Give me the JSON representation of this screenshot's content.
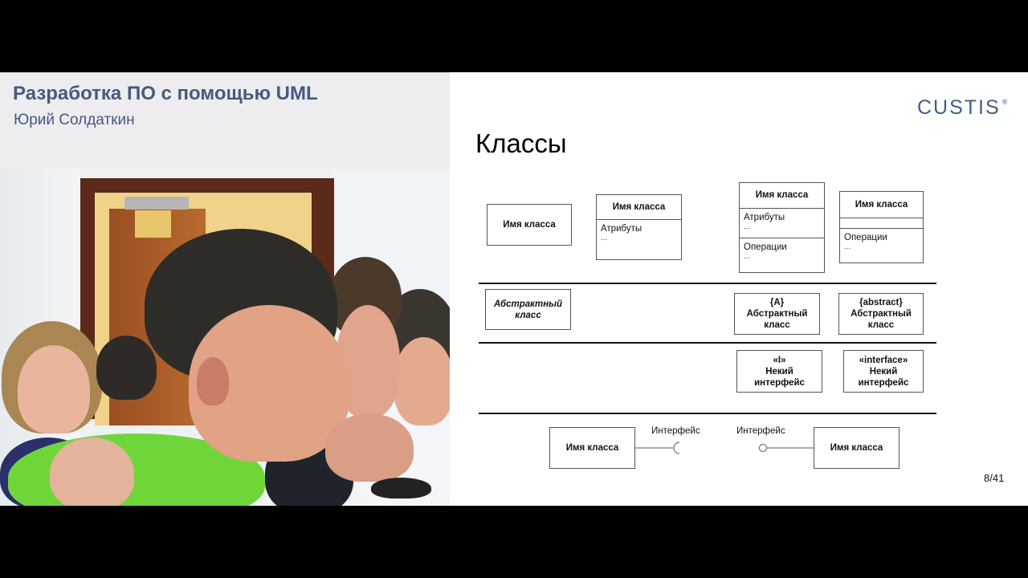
{
  "header": {
    "course_title": "Разработка ПО с помощью UML",
    "speaker": "Юрий Солдаткин"
  },
  "video": {
    "description": "Live camera feed of audience members in a classroom"
  },
  "slide": {
    "logo": "CUSTIS",
    "logo_mark": "®",
    "title": "Классы",
    "page": "8/41",
    "row1": {
      "box1": {
        "name": "Имя класса"
      },
      "box2": {
        "name": "Имя класса",
        "attributes": "Атрибуты",
        "attr_more": "..."
      },
      "box3": {
        "name": "Имя класса",
        "attributes": "Атрибуты",
        "attr_more": "...",
        "operations": "Операции",
        "ops_more": "..."
      },
      "box4": {
        "name": "Имя класса",
        "operations": "Операции",
        "ops_more": "..."
      }
    },
    "row2": {
      "italic_abstract": {
        "line1": "Абстрактный",
        "line2": "класс"
      },
      "short_abstract": {
        "stereotype": "{A}",
        "line1": "Абстрактный",
        "line2": "класс"
      },
      "long_abstract": {
        "stereotype": "{abstract}",
        "line1": "Абстрактный",
        "line2": "класс"
      }
    },
    "row3": {
      "short_interface": {
        "stereotype": "«I»",
        "line1": "Некий",
        "line2": "интерфейс"
      },
      "long_interface": {
        "stereotype": "«interface»",
        "line1": "Некий",
        "line2": "интерфейс"
      }
    },
    "row4": {
      "required_class": {
        "name": "Имя класса"
      },
      "required_label": "Интерфейс",
      "provided_label": "Интерфейс",
      "provided_class": {
        "name": "Имя класса"
      }
    }
  },
  "colors": {
    "title_color": "#465a80",
    "logo_color": "#3d5e8a",
    "panel_bg": "#ededf0"
  }
}
